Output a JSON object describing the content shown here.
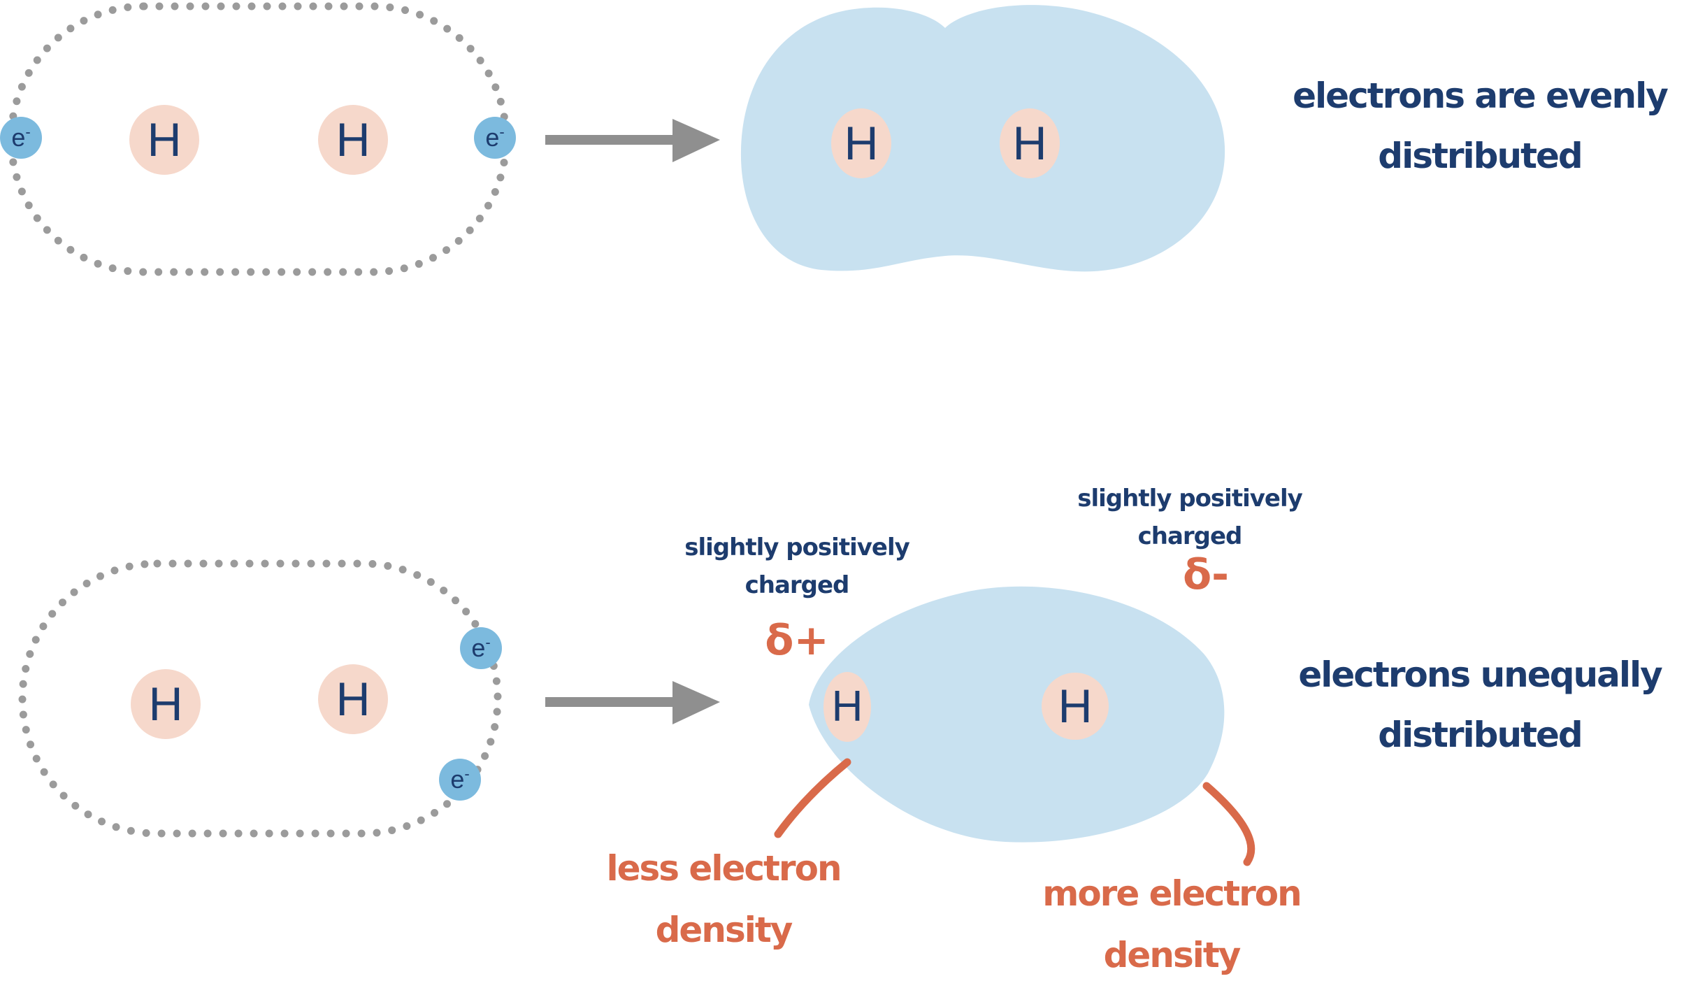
{
  "symbols": {
    "hydrogen": "H",
    "electron_base": "e",
    "electron_sup": "-"
  },
  "labels": {
    "top_caption_line1": "electrons are evenly",
    "top_caption_line2": "distributed",
    "bottom_caption_line1": "electrons unequally",
    "bottom_caption_line2": "distributed",
    "left_charge_line1": "slightly positively",
    "left_charge_line2": "charged",
    "left_charge_symbol": "δ+",
    "right_charge_line1": "slightly positively",
    "right_charge_line2": "charged",
    "right_charge_symbol": "δ-",
    "less_density_line1": "less electron",
    "less_density_line2": "density",
    "more_density_line1": "more electron",
    "more_density_line2": "density"
  },
  "colors": {
    "navy_text": "#1d3c6e",
    "orange_text": "#d96a4a",
    "electron_cloud_blue": "#c8e1f0",
    "atom_pink": "#f6d8cb",
    "electron_badge_blue": "#7cbade",
    "dotted_outline_gray": "#9b9b9b",
    "arrow_gray": "#8f8f8f",
    "background": "#ffffff"
  }
}
